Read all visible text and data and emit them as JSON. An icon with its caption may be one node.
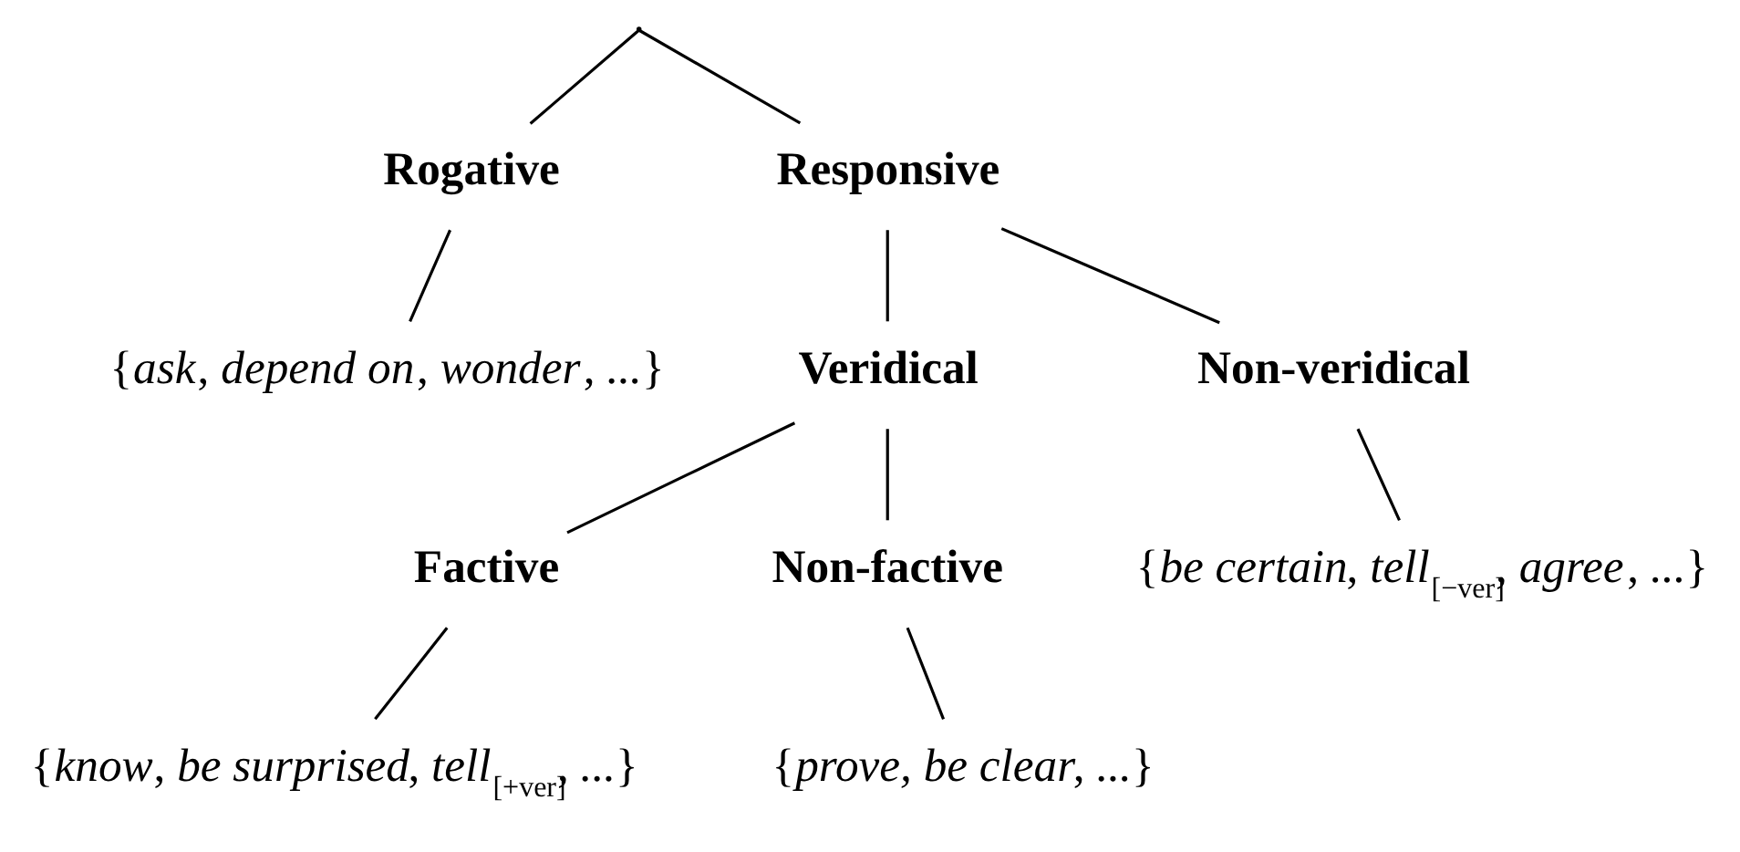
{
  "diagram": {
    "nodes": [
      {
        "text": [],
        "shape": "point"
      },
      {
        "text": [
          "Rogative"
        ]
      },
      {
        "text": [
          "Responsive"
        ]
      },
      {
        "text": [
          "{*ask*, *depend on*, *wonder*, *...*}"
        ]
      },
      {
        "text": [
          "Veridical"
        ]
      },
      {
        "text": [
          "Non-veridical"
        ]
      },
      {
        "text": [
          "{*be certain*, *tell*$_{[−ver]}$, *agree*, *...*}"
        ]
      },
      {
        "text": [
          "Factive"
        ]
      },
      {
        "text": [
          "Non-factive"
        ]
      },
      {
        "text": [
          "{*know*, *be surprised*, *tell*$_{[+ver]}$, *...*}"
        ]
      },
      {
        "text": [
          "{*prove, be clear*, *...*}"
        ]
      }
    ],
    "edges": [
      {
        "from": 0,
        "to": 1,
        "arrow": "none"
      },
      {
        "from": 0,
        "to": 2,
        "arrow": "none"
      },
      {
        "from": 1,
        "to": 3,
        "arrow": "none"
      },
      {
        "from": 2,
        "to": 4,
        "arrow": "none"
      },
      {
        "from": 2,
        "to": 5,
        "arrow": "none"
      },
      {
        "from": 5,
        "to": 6,
        "arrow": "none"
      },
      {
        "from": 4,
        "to": 7,
        "arrow": "none"
      },
      {
        "from": 4,
        "to": 8,
        "arrow": "none"
      },
      {
        "from": 7,
        "to": 9,
        "arrow": "none"
      },
      {
        "from": 8,
        "to": 10,
        "arrow": "none"
      }
    ]
  }
}
